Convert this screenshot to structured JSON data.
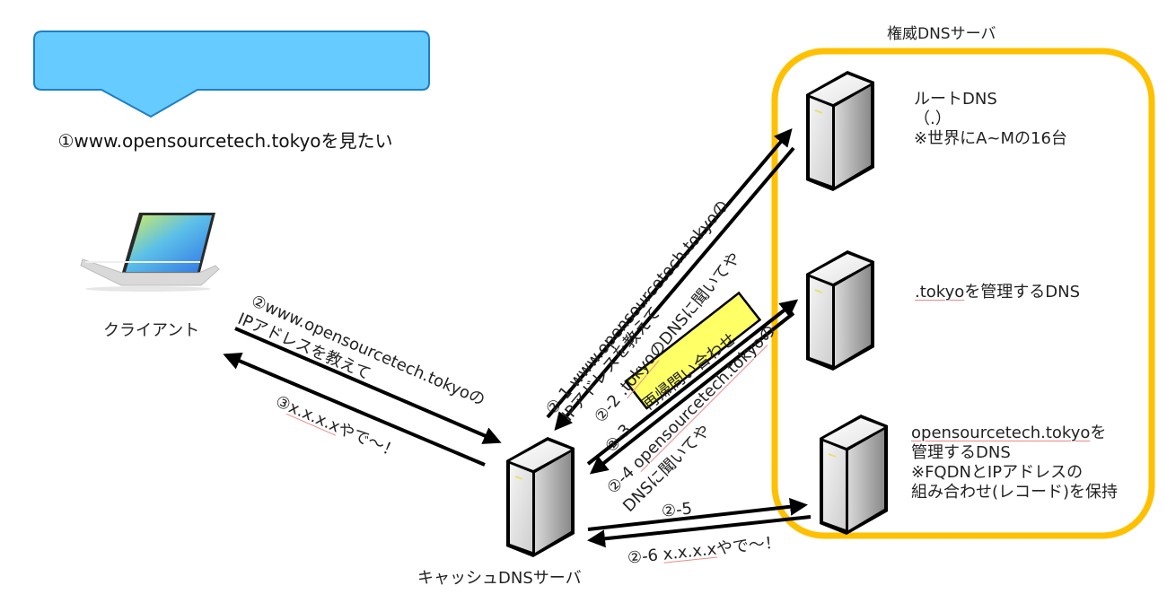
{
  "colors": {
    "bubble_fill": "#66CCFF",
    "bubble_stroke": "#1E7FC4",
    "authoritative_box": "#FFC000",
    "recursive_label_fill": "#FFFF66",
    "arrow": "#000000",
    "spellcheck_underline": "#EE8888"
  },
  "client": {
    "speech_bubble": "①www.opensourcetech.tokyoを見たい",
    "label": "クライアント",
    "icon": "laptop-icon"
  },
  "cache_server": {
    "label": "キャッシュDNSサーバ",
    "icon": "server-icon"
  },
  "authoritative_group": {
    "title": "権威DNSサーバ",
    "servers": [
      {
        "icon": "server-icon",
        "lines": [
          "ルートDNS",
          "（.）",
          "※世界にA~Mの16台"
        ]
      },
      {
        "icon": "server-icon",
        "prefix": ".tokyo",
        "suffix": "を管理するDNS"
      },
      {
        "icon": "server-icon",
        "first_prefix": "opensourcetech.tokyo",
        "first_suffix": "を",
        "lines": [
          "管理するDNS",
          "※FQDNとIPアドレスの",
          "組み合わせ(レコード)を保持"
        ]
      }
    ]
  },
  "messages": {
    "step2_line1": "②www.opensourcetech.tokyoの",
    "step2_line2": "IPアドレスを教えて",
    "step3_prefix": "③",
    "step3_ip": "x.x.x.x",
    "step3_suffix": "やで～！",
    "step2_1_line1": "②-1 www.opensourcetech.tokyoの",
    "step2_1_line2": "IPアドレスを教えて",
    "step2_2_prefix": "②-2 ",
    "step2_2_domain": ".tokyo",
    "step2_2_suffix": "のDNSに聞いてや",
    "recursive_label": "再帰問い合わせ",
    "step2_3": "②-3",
    "step2_4_prefix": "②-4 ",
    "step2_4_domain": "opensourcetech.tokyo",
    "step2_4_suffix": "の",
    "step2_4_line2": "DNSに聞いてや",
    "step2_5": "②-5",
    "step2_6_prefix": "②-6 ",
    "step2_6_ip": "x.x.x.x",
    "step2_6_suffix": "やで～！"
  }
}
